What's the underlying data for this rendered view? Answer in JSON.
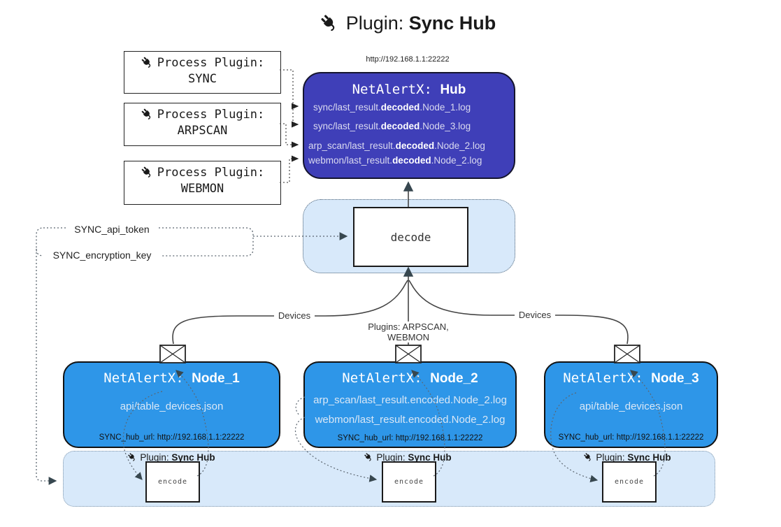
{
  "title": {
    "pre": "Plugin: ",
    "bold": "Sync Hub"
  },
  "hub": {
    "url": "http://192.168.1.1:22222",
    "name_mono": "NetAlertX: ",
    "name_bold": "Hub",
    "files": [
      {
        "pre": "sync/last_result.",
        "bold": "decoded",
        "post": ".Node_1.log"
      },
      {
        "pre": "sync/last_result.",
        "bold": "decoded",
        "post": ".Node_3.log"
      },
      {
        "pre": "arp_scan/last_result.",
        "bold": "decoded",
        "post": ".Node_2.log"
      },
      {
        "pre": "webmon/last_result.",
        "bold": "decoded",
        "post": ".Node_2.log"
      }
    ]
  },
  "process_plugins": [
    {
      "label": "Process Plugin:",
      "name": "SYNC"
    },
    {
      "label": "Process Plugin:",
      "name": "ARPSCAN"
    },
    {
      "label": "Process Plugin:",
      "name": "WEBMON"
    }
  ],
  "decode_box": {
    "label": "decode"
  },
  "secrets": {
    "api_token": "SYNC_api_token",
    "encryption_key": "SYNC_encryption_key"
  },
  "edge_labels": {
    "devices_left": "Devices",
    "plugins_middle": "Plugins: ARPSCAN, WEBMON",
    "devices_right": "Devices"
  },
  "nodes": [
    {
      "name_mono": "NetAlertX: ",
      "name_bold": "Node_1",
      "files": [
        "api/table_devices.json"
      ],
      "hub_url": "SYNC_hub_url: http://192.168.1.1:22222"
    },
    {
      "name_mono": "NetAlertX: ",
      "name_bold": "Node_2",
      "files": [
        "arp_scan/last_result.encoded.Node_2.log",
        "webmon/last_result.encoded.Node_2.log"
      ],
      "hub_url": "SYNC_hub_url: http://192.168.1.1:22222"
    },
    {
      "name_mono": "NetAlertX: ",
      "name_bold": "Node_3",
      "files": [
        "api/table_devices.json"
      ],
      "hub_url": "SYNC_hub_url: http://192.168.1.1:22222"
    }
  ],
  "encode": {
    "label_pre": "Plugin: ",
    "label_bold": "Sync Hub",
    "box_label": "encode"
  },
  "colors": {
    "hub_fill": "#3F3FB8",
    "node_fill": "#2E96E8",
    "panel_fill": "#D8E9FA",
    "line": "#444444",
    "arrow": "#37474F"
  }
}
